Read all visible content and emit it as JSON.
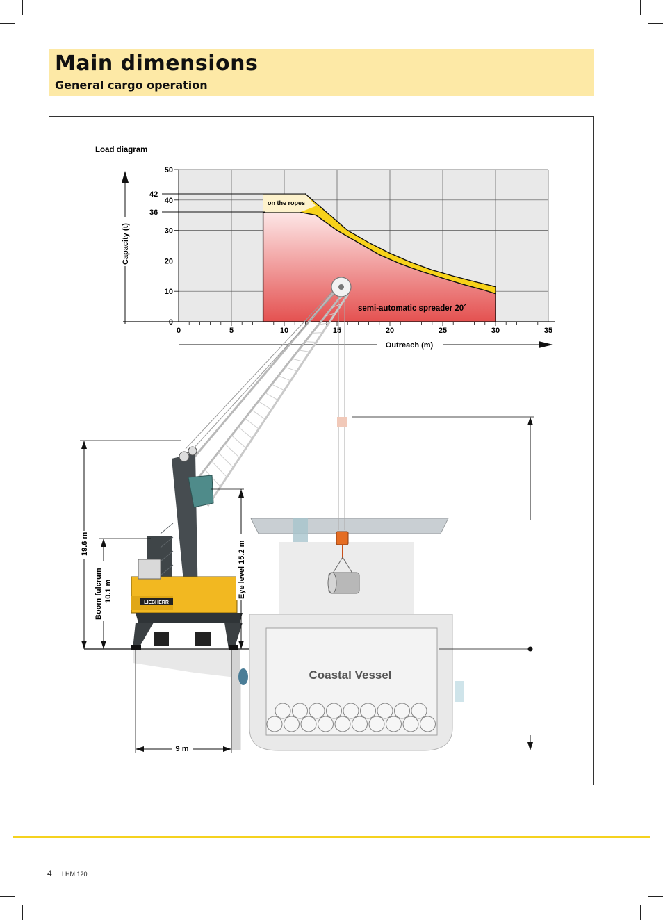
{
  "header": {
    "title": "Main dimensions",
    "subtitle": "General cargo operation"
  },
  "chart_data": {
    "type": "area",
    "title": "Load diagram",
    "xlabel": "Outreach (m)",
    "ylabel": "Capacity (t)",
    "xlim": [
      0,
      35
    ],
    "ylim": [
      0,
      50
    ],
    "x_ticks": [
      "0",
      "5",
      "10",
      "15",
      "20",
      "25",
      "30",
      "35"
    ],
    "y_ticks": [
      "0",
      "10",
      "20",
      "30",
      "40",
      "50"
    ],
    "y_marks": [
      "42",
      "36"
    ],
    "grid": true,
    "series": [
      {
        "name": "on the ropes",
        "x": [
          8,
          12,
          14,
          16,
          18,
          20,
          22,
          24,
          26,
          28,
          30
        ],
        "y": [
          42,
          42,
          36,
          30,
          26,
          22.5,
          19.5,
          17,
          15,
          13.2,
          11.5
        ]
      },
      {
        "name": "semi-automatic spreader 20´",
        "x": [
          8,
          11.5,
          13,
          15,
          17,
          19,
          21,
          23,
          25,
          27,
          29,
          30
        ],
        "y": [
          36,
          36,
          35,
          30,
          26,
          22,
          19,
          16.5,
          14.3,
          12.2,
          10.3,
          9.2
        ]
      }
    ]
  },
  "dimensions": {
    "height_total": "19.6 m",
    "boom_fulcrum_label": "Boom fulcrum",
    "boom_fulcrum_value": "10.1 m",
    "eye_level": "Eye level 15.2 m",
    "portal_width": "9 m"
  },
  "vessel": {
    "label": "Coastal Vessel"
  },
  "crane": {
    "brand": "LIEBHERR"
  },
  "footer": {
    "page_number": "4",
    "model": "LHM 120"
  },
  "colors": {
    "title_band": "#fde9a6",
    "footer_rule": "#f5d21f",
    "ropes_band": "#f7d21a",
    "spreader_fill_top": "#fde7e7",
    "spreader_fill_bottom": "#e45150",
    "crane_yellow": "#f2b821",
    "vessel_grey": "#e6e6e6"
  }
}
